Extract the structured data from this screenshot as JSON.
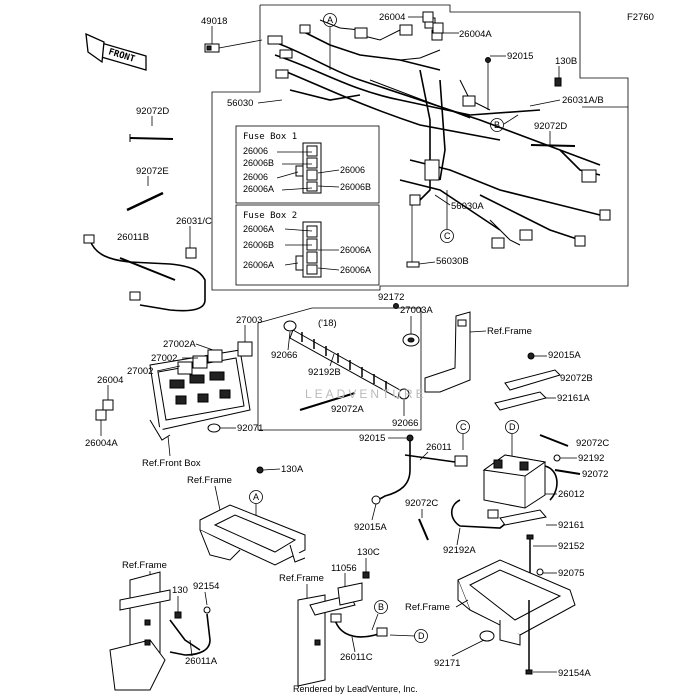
{
  "diagram_code": "F2760",
  "front_label": "FRONT",
  "year_note": "('18)",
  "watermark": "LEADVENTURE",
  "footer": "Rendered by LeadVenture, Inc.",
  "fuse_box_1": {
    "title": "Fuse Box 1",
    "left_labels": [
      "26006",
      "26006B",
      "26006",
      "26006A"
    ],
    "right_labels": [
      "26006",
      "26006B"
    ]
  },
  "fuse_box_2": {
    "title": "Fuse Box 2",
    "left_labels": [
      "26006A",
      "26006B",
      "26006A"
    ],
    "right_labels": [
      "26006A",
      "26006A"
    ]
  },
  "callouts": {
    "A": "A",
    "B": "B",
    "C": "C",
    "D": "D"
  },
  "parts": {
    "p49018": "49018",
    "p26004_top": "26004",
    "p26004A_top": "26004A",
    "p92015_top": "92015",
    "p130B": "130B",
    "p56030": "56030",
    "p26031AB": "26031A/B",
    "p92072D_left": "92072D",
    "p92072D_right": "92072D",
    "p92072E": "92072E",
    "p26031C": "26031/C",
    "p26011B": "26011B",
    "p56030A": "56030A",
    "p56030B": "56030B",
    "p92172": "92172",
    "p27003A": "27003A",
    "ref_frame_1": "Ref.Frame",
    "p27003": "27003",
    "p27002A": "27002A",
    "p27002": "27002",
    "p27002b": "27002",
    "p26004": "26004",
    "p26004A": "26004A",
    "p92066_a": "92066",
    "p92192B": "92192B",
    "p92072A": "92072A",
    "p92066_b": "92066",
    "p92071": "92071",
    "ref_front_box": "Ref.Front Box",
    "p92015A_top": "92015A",
    "p92072B": "92072B",
    "p92161A": "92161A",
    "p92015": "92015",
    "p26011": "26011",
    "p92072C_r": "92072C",
    "p92192": "92192",
    "p92072": "92072",
    "p26012": "26012",
    "p130A": "130A",
    "ref_frame_2": "Ref.Frame",
    "p92015A_b": "92015A",
    "p92072C": "92072C",
    "p92192A": "92192A",
    "p92161": "92161",
    "p92152": "92152",
    "ref_frame_3": "Ref.Frame",
    "p130": "130",
    "p92154": "92154",
    "ref_frame_4": "Ref.Frame",
    "p11056": "11056",
    "p130C": "130C",
    "p92075": "92075",
    "ref_frame_5": "Ref.Frame",
    "p26011A": "26011A",
    "p26011C": "26011C",
    "p92171": "92171",
    "p92154A": "92154A"
  }
}
